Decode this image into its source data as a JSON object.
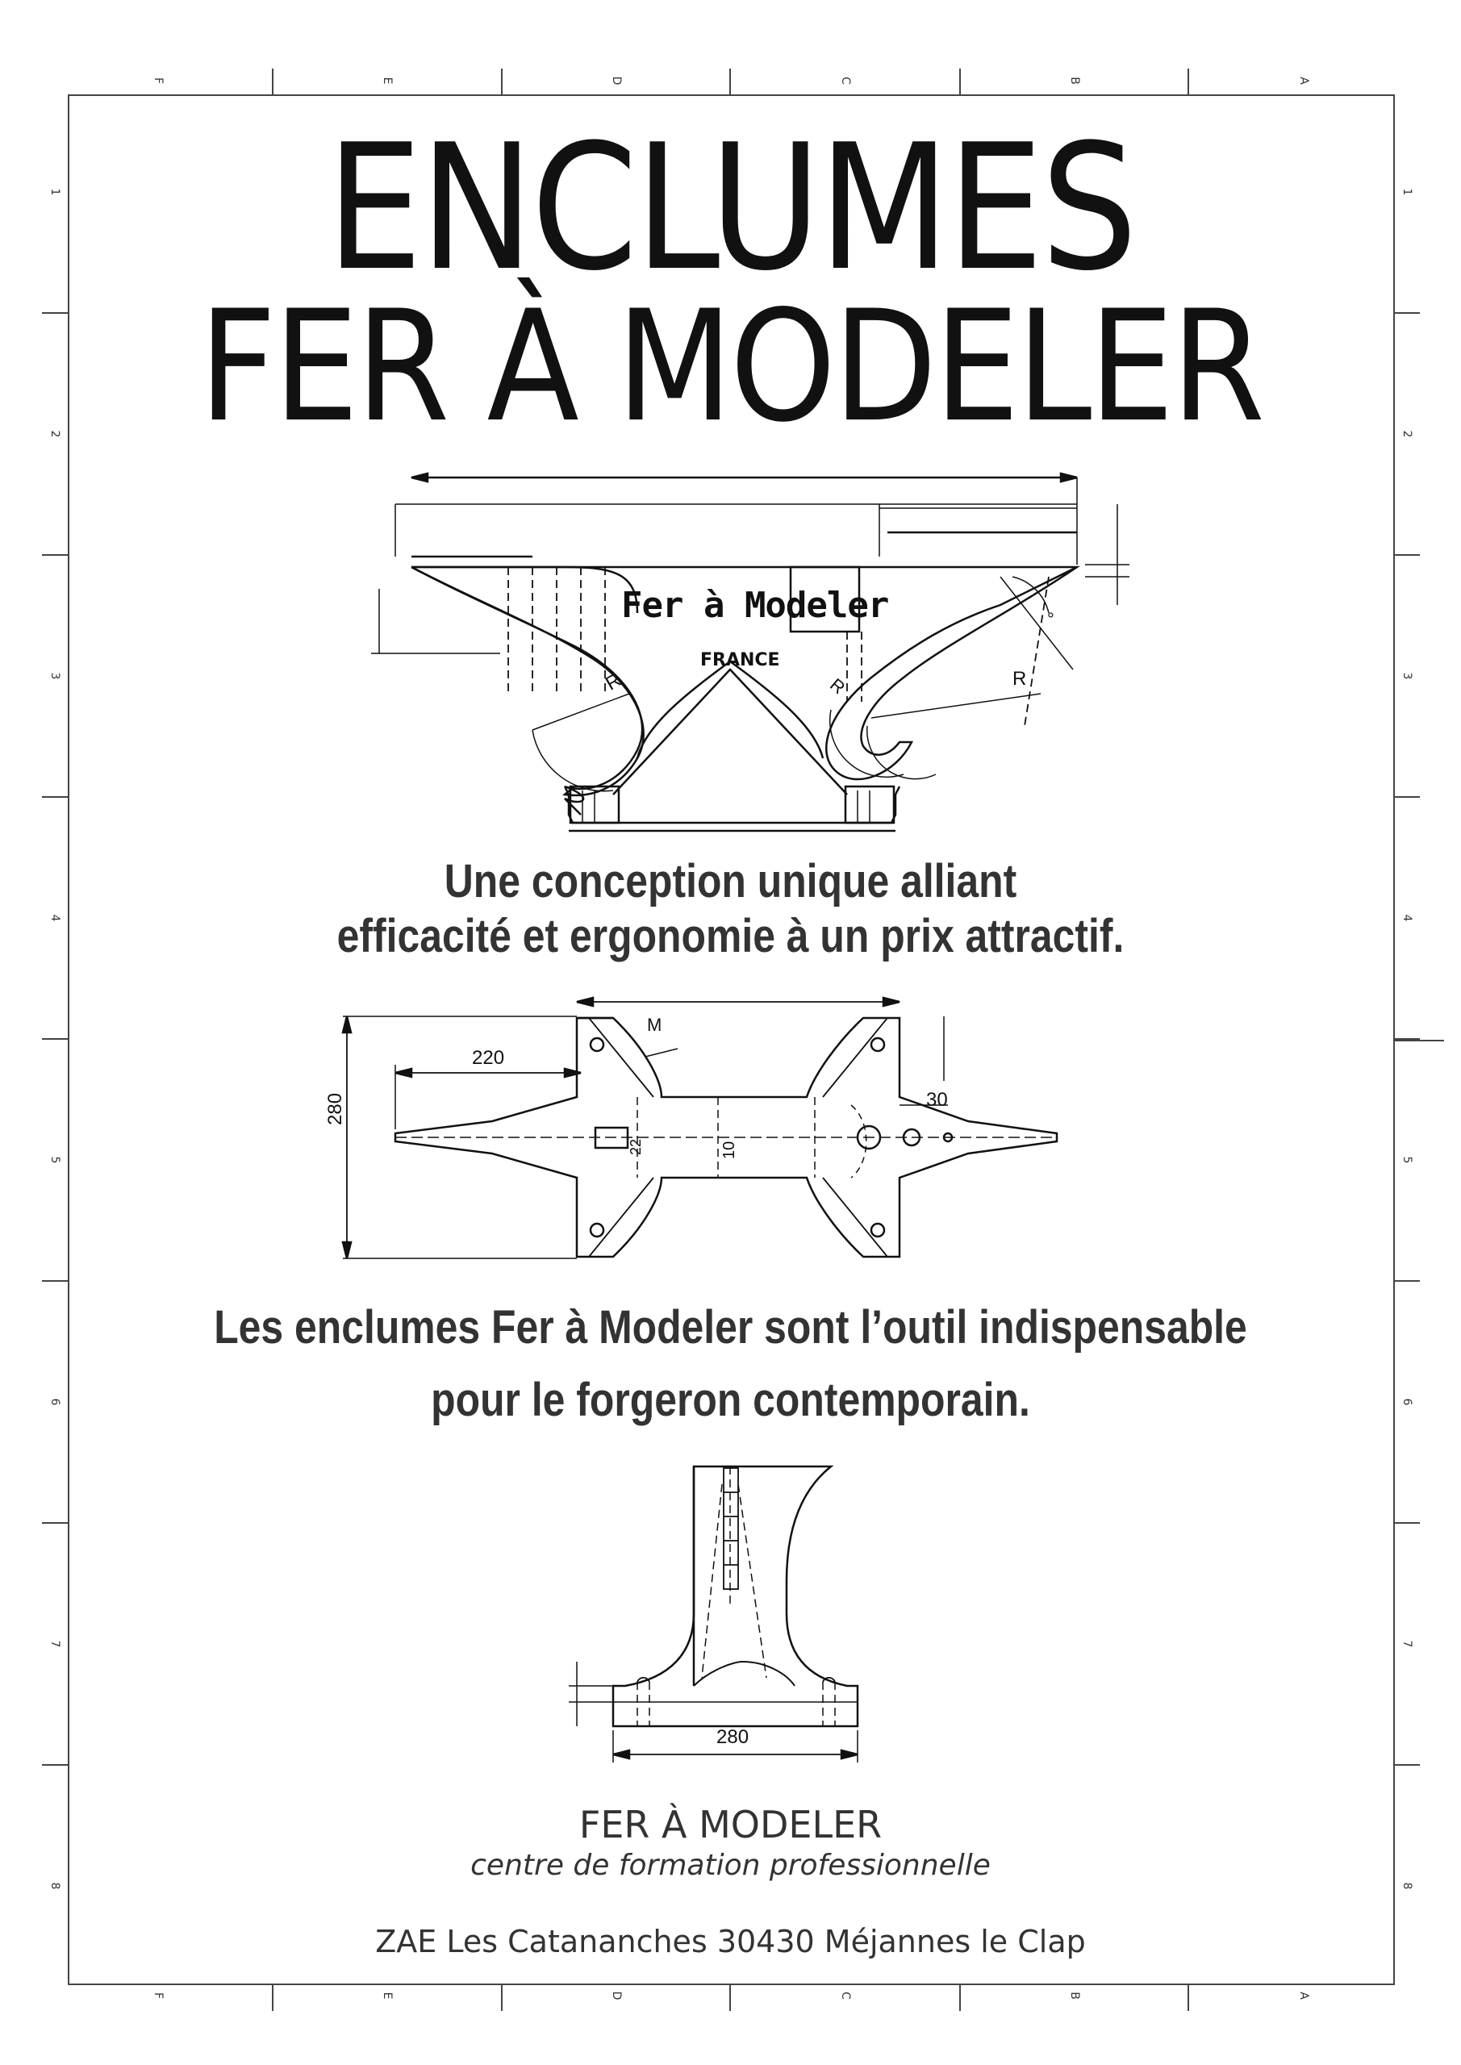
{
  "frame": {
    "columns": [
      "F",
      "E",
      "D",
      "C",
      "B",
      "A"
    ],
    "rows": [
      "1",
      "2",
      "3",
      "4",
      "5",
      "6",
      "7",
      "8"
    ]
  },
  "title": {
    "line1": "ENCLUMES",
    "line2": "FER À MODELER"
  },
  "drawing_side": {
    "stamp_brand": "Fer à Modeler",
    "stamp_country": "FRANCE",
    "radius_left": "R",
    "radius_right": "R",
    "radius_mid": "R",
    "angle_mark": "°"
  },
  "tagline1": {
    "line1": "Une conception unique alliant",
    "line2": "efficacité et ergonomie à un prix attractif."
  },
  "drawing_top": {
    "dim_length": "220",
    "dim_width": "280",
    "dim_m": "M",
    "dim_30": "30",
    "dim_center": "10",
    "dim_22": "22"
  },
  "tagline2": {
    "line1": "Les enclumes Fer à Modeler sont l’outil indispensable",
    "line2": "pour le forgeron contemporain."
  },
  "drawing_front": {
    "dim_base": "280"
  },
  "footer": {
    "brand": "FER À MODELER",
    "subtitle": "centre de formation professionnelle",
    "address": "ZAE Les Catananches  30430 Méjannes le Clap"
  },
  "colors": {
    "ink": "#111111",
    "text_gray": "#333333",
    "frame_line": "#444444",
    "background": "#ffffff"
  }
}
